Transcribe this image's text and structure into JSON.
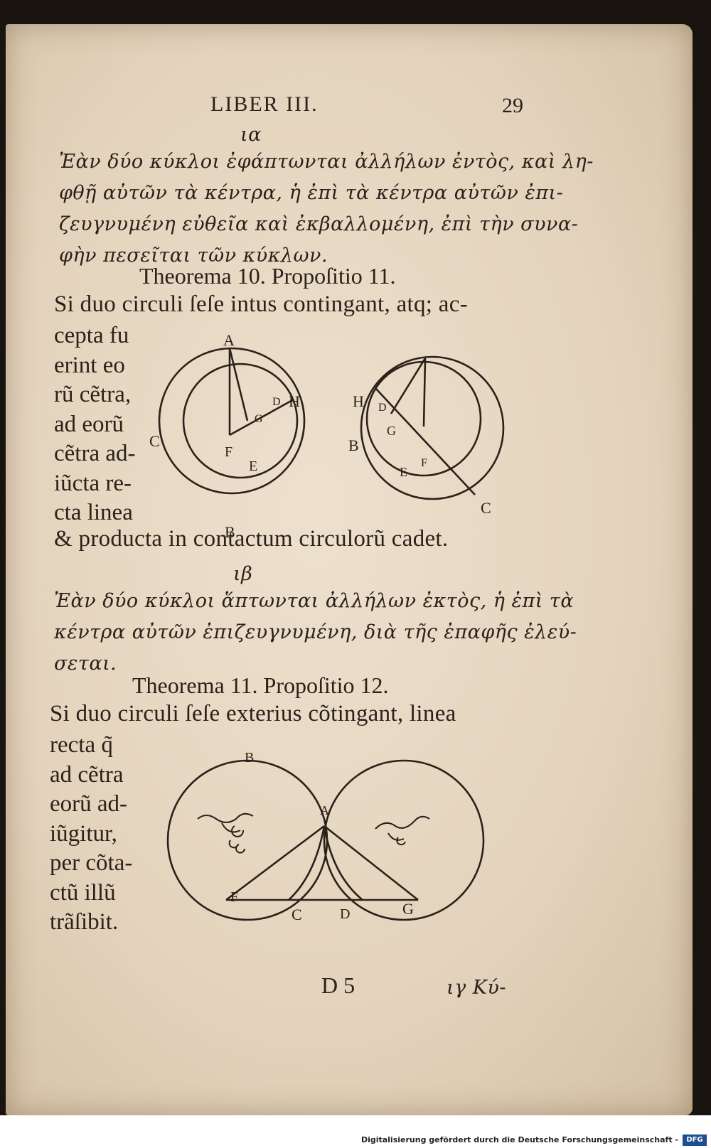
{
  "header": {
    "title": "LIBER III.",
    "page_number": "29"
  },
  "section1": {
    "greek_number": "ια",
    "greek_lines": [
      "Ἐὰν δύο κύκλοι ἐφάπτωνται ἀλλήλων ἐντὸς, καὶ λη-",
      "φθῇ αὐτῶν τὰ κέντρα, ἡ ἐπὶ τὰ κέντρα αὐτῶν ἐπι-",
      "ζευγνυμένη εὐθεῖα καὶ ἐκβαλλομένη, ἐπὶ τὴν συνα-",
      "φὴν πεσεῖται τῶν κύκλων."
    ],
    "theorem": "Theorema 10. Propoſitio 11.",
    "latin_first": "Si duo circuli ſeſe intus contingant, atq; ac-",
    "latin_side": [
      "cepta fu",
      "erint eo",
      "rũ cẽtra,",
      "ad eorũ",
      "cẽtra ad-",
      "iũcta re-",
      "cta linea"
    ],
    "latin_last": "& producta in contactum circulorũ cadet."
  },
  "section2": {
    "greek_number": "ιβ",
    "greek_lines": [
      "Ἐὰν δύο κύκλοι ἅπτωνται ἀλλήλων ἐκτὸς, ἡ ἐπὶ τὰ",
      "κέντρα αὐτῶν ἐπιζευγνυμένη, διὰ τῆς ἐπαφῆς ἐλεύ-",
      "σεται."
    ],
    "theorem": "Theorema 11. Propoſitio 12.",
    "latin_first": "Si duo circuli ſeſe exterius cõtingant, linea",
    "latin_side": [
      "recta q̃",
      "ad cẽtra",
      "eorũ ad-",
      "iũgitur,",
      "per cõta-",
      "ctũ illũ",
      "trãſibit."
    ]
  },
  "figure1": {
    "left": {
      "labels": [
        "A",
        "D",
        "H",
        "G",
        "C",
        "F",
        "E",
        "B"
      ]
    },
    "right": {
      "labels": [
        "H",
        "D",
        "G",
        "B",
        "F",
        "E",
        "C"
      ]
    }
  },
  "figure2": {
    "labels": [
      "B",
      "A",
      "F",
      "C",
      "D",
      "G"
    ]
  },
  "signature": {
    "mark": "D 5",
    "catchword": "ιγ Κύ-"
  },
  "footer": {
    "text": "Digitalisierung gefördert durch die Deutsche Forschungsgemeinschaft -",
    "logo": "DFG"
  },
  "colors": {
    "ink": "#2a211a",
    "paper": "#e6d7c1",
    "background": "#1a1410"
  }
}
